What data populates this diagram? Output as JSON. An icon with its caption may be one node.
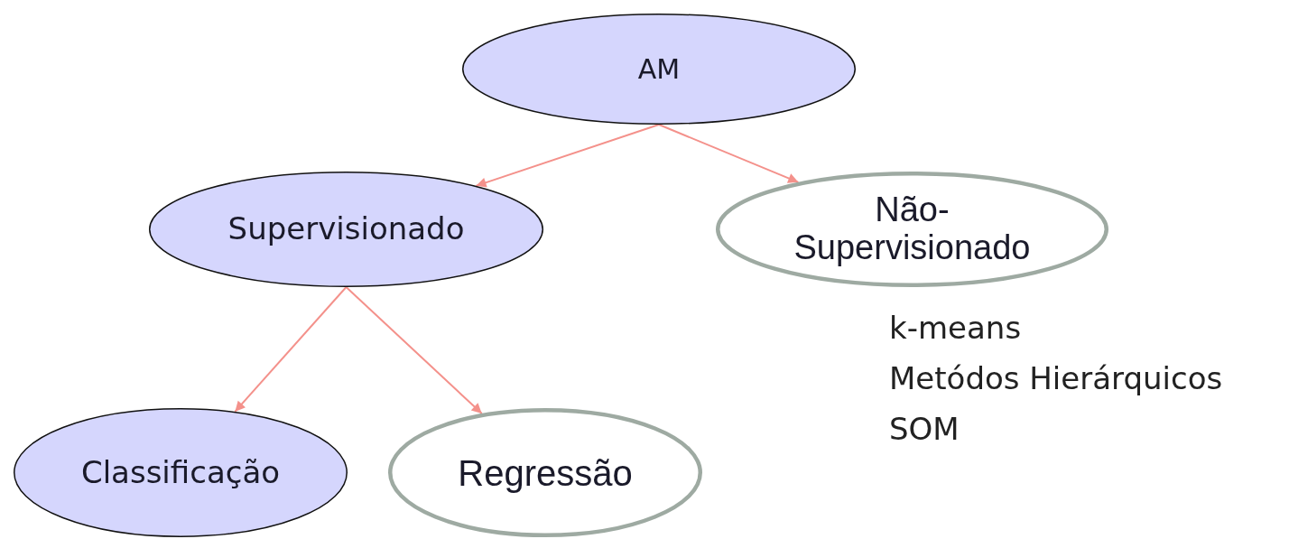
{
  "diagram": {
    "nodes": [
      {
        "text": [
          "AM"
        ]
      },
      {
        "text": [
          "Supervisionado"
        ]
      },
      {
        "text": [
          "Não-Supervisionado"
        ],
        "beside": [
          "k-means",
          "Metódos Hierárquicos",
          "SOM"
        ]
      },
      {
        "text": [
          "Classificação"
        ]
      },
      {
        "text": [
          "Regressão"
        ]
      }
    ],
    "edges": [
      {
        "from": 0,
        "to": 1,
        "arrow": "to"
      },
      {
        "from": 0,
        "to": 2,
        "arrow": "to"
      },
      {
        "from": 1,
        "to": 3,
        "arrow": "to"
      },
      {
        "from": 1,
        "to": 4,
        "arrow": "to"
      }
    ]
  }
}
